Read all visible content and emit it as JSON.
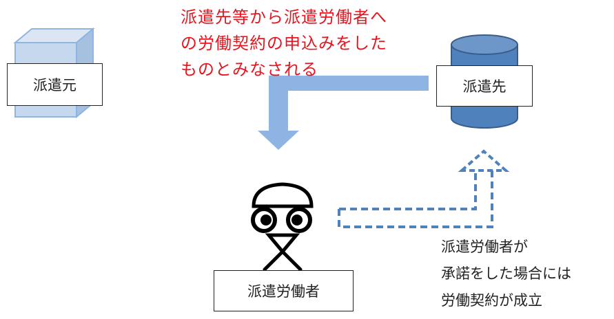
{
  "nodes": {
    "dispatcher": "派遣元",
    "client": "派遣先",
    "worker": "派遣労働者"
  },
  "offer_note": {
    "lines": [
      "派遣先等から派遣労働者へ",
      "の労働契約の申込みをした",
      "ものとみなされる"
    ]
  },
  "accept_note": {
    "lines": [
      "派遣労働者が",
      "承諾をした場合には",
      "労働契約が成立"
    ]
  },
  "colors": {
    "offer_text": "#e8141e",
    "arrow_fill": "#8eb4e3",
    "dashed_arrow": "#4f81bd",
    "cylinder_fill": "#4f81bd",
    "cube_fill": "#b9cde5"
  }
}
